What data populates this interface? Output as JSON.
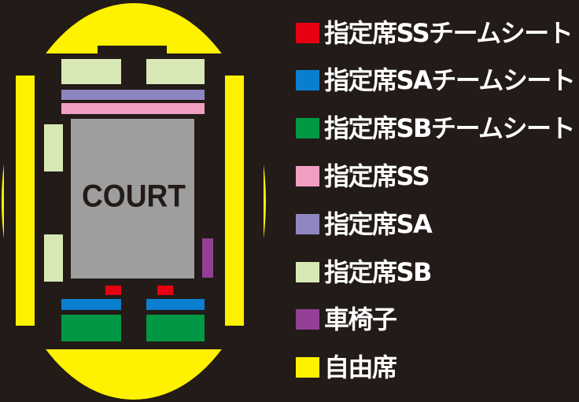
{
  "court_label": "COURT",
  "colors": {
    "background": "#231b18",
    "free": "#fff200",
    "ss_team": "#e60012",
    "sa_team": "#0a7fd0",
    "sb_team": "#009844",
    "ss": "#f29ec2",
    "sa": "#8e86c0",
    "sb": "#d7e8b5",
    "wheelchair": "#933f96",
    "court": "#9e9e9e"
  },
  "legend": [
    {
      "label": "指定席SSチームシート",
      "color": "#e60012"
    },
    {
      "label": "指定席SAチームシート",
      "color": "#0a7fd0"
    },
    {
      "label": "指定席SBチームシート",
      "color": "#009844"
    },
    {
      "label": "指定席SS",
      "color": "#f29ec2"
    },
    {
      "label": "指定席SA",
      "color": "#8e86c0"
    },
    {
      "label": "指定席SB",
      "color": "#d7e8b5"
    },
    {
      "label": "車椅子",
      "color": "#933f96"
    },
    {
      "label": "自由席",
      "color": "#fff200"
    }
  ]
}
